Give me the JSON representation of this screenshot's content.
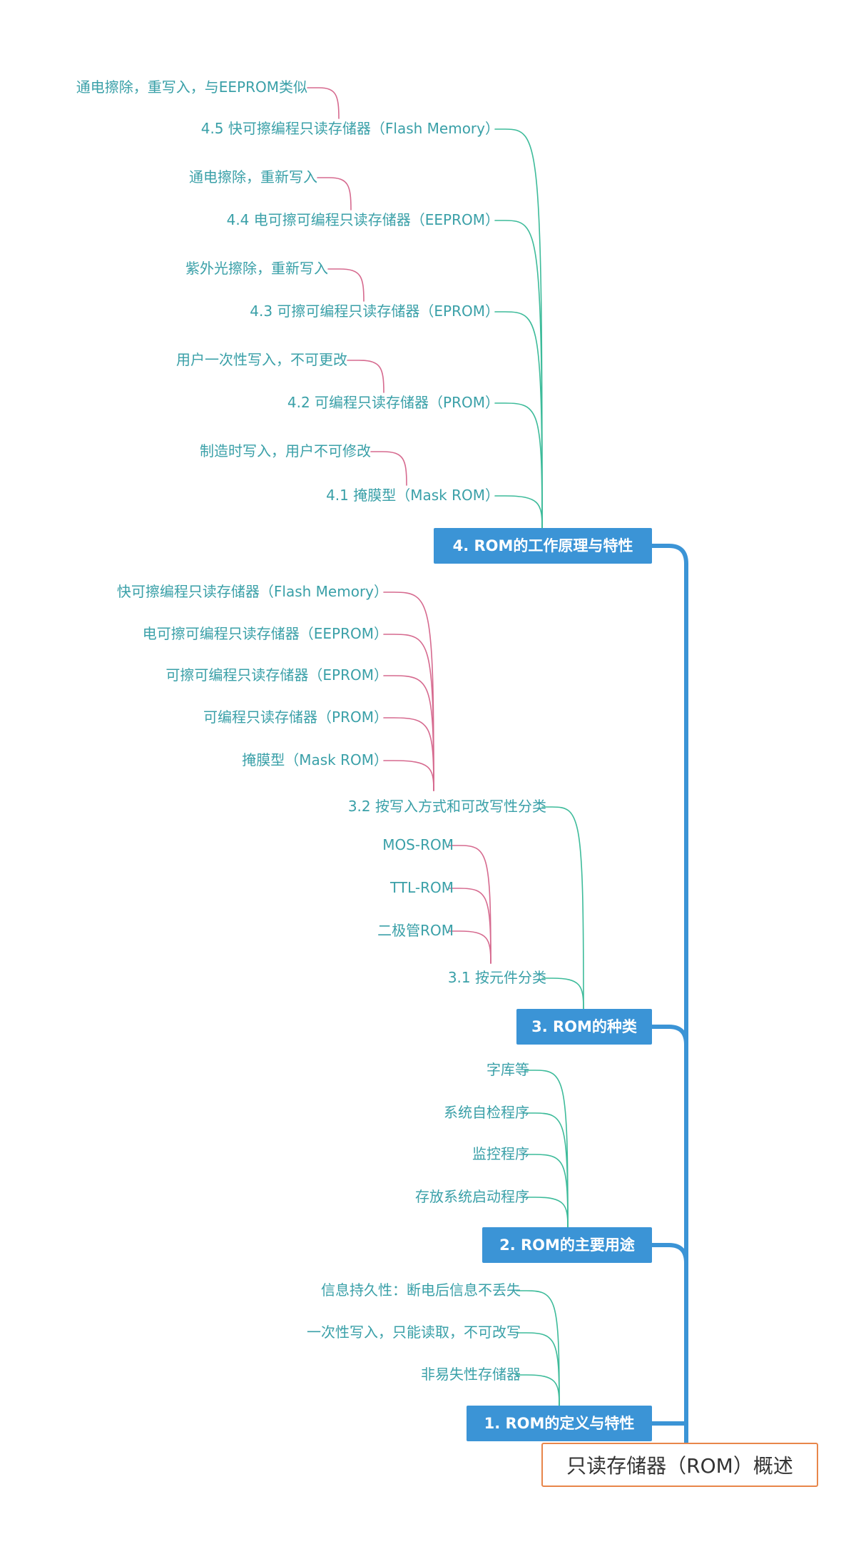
{
  "root": {
    "label": "只读存储器（ROM）概述"
  },
  "branches": {
    "b1": {
      "label": "1. ROM的定义与特性",
      "items": [
        "信息持久性：断电后信息不丢失",
        "一次性写入，只能读取，不可改写",
        "非易失性存储器"
      ]
    },
    "b2": {
      "label": "2. ROM的主要用途",
      "items": [
        "字库等",
        "系统自检程序",
        "监控程序",
        "存放系统启动程序"
      ]
    },
    "b3": {
      "label": "3. ROM的种类",
      "sub1": {
        "label": "3.1 按元件分类",
        "items": [
          "MOS-ROM",
          "TTL-ROM",
          "二极管ROM"
        ]
      },
      "sub2": {
        "label": "3.2 按写入方式和可改写性分类",
        "items": [
          "快可擦编程只读存储器（Flash Memory）",
          "电可擦可编程只读存储器（EEPROM）",
          "可擦可编程只读存储器（EPROM）",
          "可编程只读存储器（PROM）",
          "掩膜型（Mask ROM）"
        ]
      }
    },
    "b4": {
      "label": "4. ROM的工作原理与特性",
      "subs": [
        {
          "label": "4.5 快可擦编程只读存储器（Flash Memory）",
          "note": "通电擦除，重写入，与EEPROM类似"
        },
        {
          "label": "4.4 电可擦可编程只读存储器（EEPROM）",
          "note": "通电擦除，重新写入"
        },
        {
          "label": "4.3 可擦可编程只读存储器（EPROM）",
          "note": "紫外光擦除，重新写入"
        },
        {
          "label": "4.2 可编程只读存储器（PROM）",
          "note": "用户一次性写入，不可更改"
        },
        {
          "label": "4.1 掩膜型（Mask ROM）",
          "note": "制造时写入，用户不可修改"
        }
      ]
    }
  },
  "colors": {
    "branch": "#3b94d6",
    "green": "#3dbb9a",
    "pink": "#d66a8f",
    "text": "#3aa0a8",
    "root_border": "#e8864a"
  }
}
